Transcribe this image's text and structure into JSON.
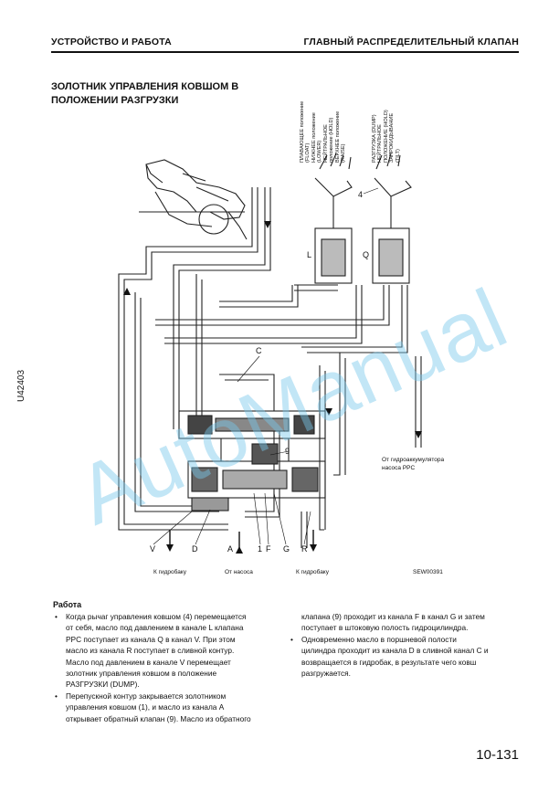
{
  "header": {
    "left": "УСТРОЙСТВО И РАБОТА",
    "right": "ГЛАВНЫЙ РАСПРЕДЕЛИТЕЛЬНЫЙ КЛАПАН"
  },
  "title_line1": "ЗОЛОТНИК УПРАВЛЕНИЯ КОВШОМ В",
  "title_line2": "ПОЛОЖЕНИИ РАЗГРУЗКИ",
  "side_id": "U42403",
  "watermark": "AutoManual",
  "diagram": {
    "lever_left_labels": [
      "ПЛАВАЮЩЕЕ положение",
      "(FLOAT)",
      "НИЖНЕЕ положение",
      "(LOWER)",
      "НЕЙТРАЛЬНОЕ",
      "положение (HOLD)",
      "ВЕРХНЕЕ положение",
      "(RAISE)"
    ],
    "lever_right_labels": [
      "РАЗГРУЗКА (DUMP)",
      "НЕЙТРАЛЬНОЕ",
      "ПОЛОЖЕНИЕ (HOLD)",
      "ЗАПРОКИДЫВАНИЕ",
      "(TILT)"
    ],
    "callout_4": "4",
    "callout_L": "L",
    "callout_Q": "Q",
    "callout_C": "C",
    "callout_9": "9",
    "bottom_letters": [
      "V",
      "D",
      "A",
      "1",
      "F",
      "G",
      "R"
    ],
    "accumulator_line1": "От гидроаккумулятора",
    "accumulator_line2": "насоса PPC",
    "to_tank_left": "К гидробаку",
    "from_pump": "От насоса",
    "to_tank_right": "К гидробаку",
    "figure_code": "SEW00391"
  },
  "section": {
    "heading": "Работа",
    "col1": [
      {
        "t": "Когда рычаг управления ковшом (4) перемещается",
        "b": true
      },
      {
        "t": "от себя, масло под давлением в канале L клапана",
        "b": false
      },
      {
        "t": "PPC поступает из канала Q в канал V. При этом",
        "b": false
      },
      {
        "t": "масло из канала R поступает в сливной контур.",
        "b": false
      },
      {
        "t": "Масло под давлением в канале V перемещает",
        "b": false
      },
      {
        "t": "золотник управления ковшом в положение",
        "b": false
      },
      {
        "t": "РАЗГРУЗКИ (DUMP).",
        "b": false
      },
      {
        "t": "Перепускной контур закрывается золотником",
        "b": true
      },
      {
        "t": "управления ковшом (1), и масло из канала A",
        "b": false
      },
      {
        "t": "открывает обратный клапан (9). Масло из обратного",
        "b": false
      }
    ],
    "col2": [
      {
        "t": "клапана (9) проходит из канала F в канал G и затем",
        "b": false
      },
      {
        "t": "поступает в штоковую полость гидроцилиндра.",
        "b": false
      },
      {
        "t": "Одновременно масло в поршневой полости",
        "b": true
      },
      {
        "t": "цилиндра проходит из канала D в сливной канал C и",
        "b": false
      },
      {
        "t": "возвращается в гидробак, в результате чего ковш",
        "b": false
      },
      {
        "t": "разгружается.",
        "b": false
      }
    ]
  },
  "page_number": "10-131"
}
